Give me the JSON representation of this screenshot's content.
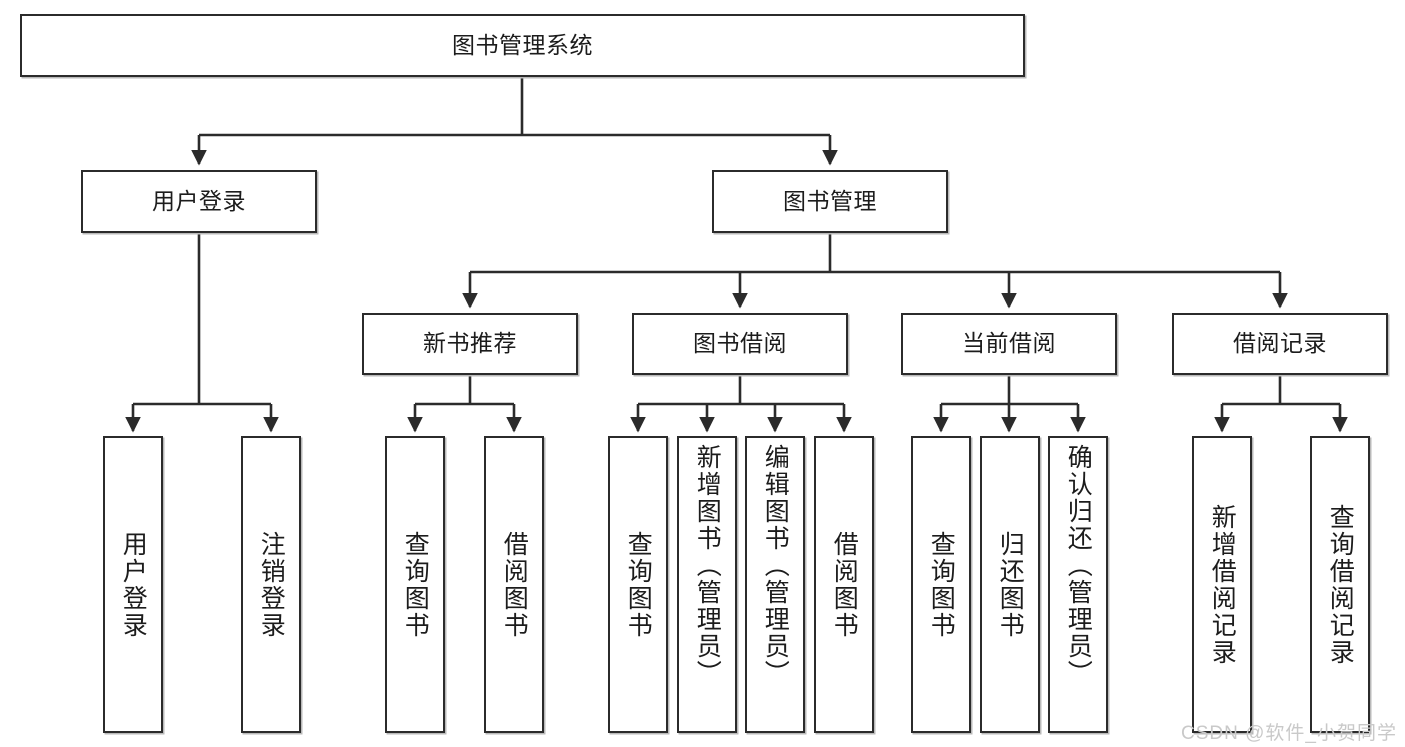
{
  "diagram": {
    "type": "tree",
    "title": "图书管理系统",
    "orientation": "top-down",
    "line_color": "#2b2b2b",
    "box_fill": "#ffffff",
    "box_border": "#2b2b2b",
    "text_color": "#1c1c1c",
    "watermark": "CSDN @软件_小贺同学"
  },
  "nodes": {
    "root": {
      "label": "图书管理系统"
    },
    "level2": [
      {
        "label": "用户登录"
      },
      {
        "label": "图书管理"
      }
    ],
    "level3": [
      {
        "label": "新书推荐"
      },
      {
        "label": "图书借阅"
      },
      {
        "label": "当前借阅"
      },
      {
        "label": "借阅记录"
      }
    ],
    "leaves": {
      "user_login": [
        {
          "label": "用户登录"
        },
        {
          "label": "注销登录"
        }
      ],
      "new_book_recommend": [
        {
          "label": "查询图书"
        },
        {
          "label": "借阅图书"
        }
      ],
      "book_borrow": [
        {
          "label": "查询图书"
        },
        {
          "label": "新增图书（管理员）"
        },
        {
          "label": "编辑图书（管理员）"
        },
        {
          "label": "借阅图书"
        }
      ],
      "current_borrow": [
        {
          "label": "查询图书"
        },
        {
          "label": "归还图书"
        },
        {
          "label": "确认归还（管理员）"
        }
      ],
      "borrow_record": [
        {
          "label": "新增借阅记录"
        },
        {
          "label": "查询借阅记录"
        }
      ]
    }
  }
}
